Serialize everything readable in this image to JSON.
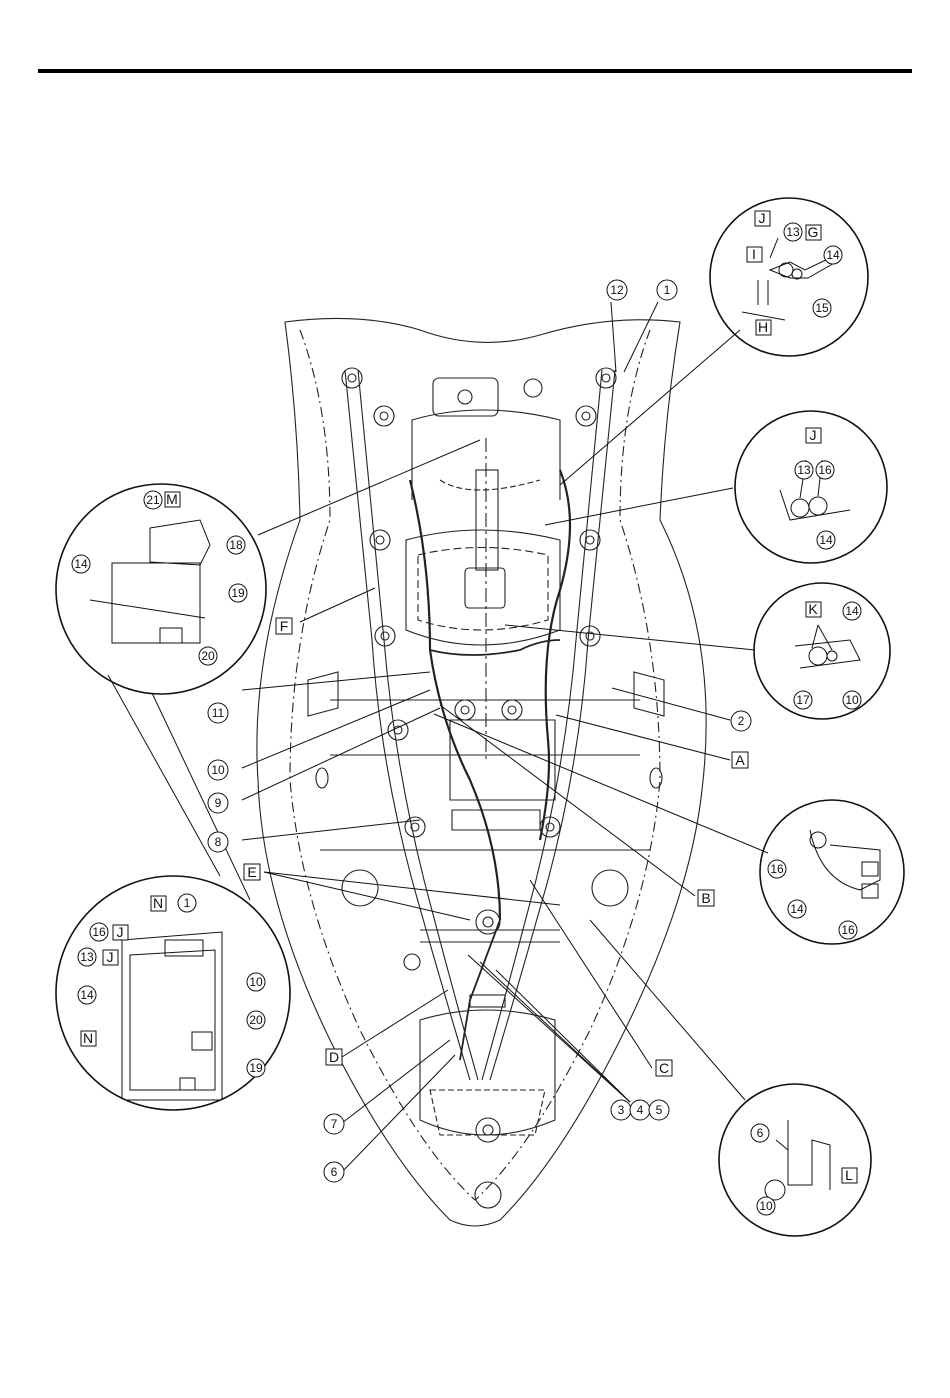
{
  "callouts": {
    "n1": "1",
    "n2": "2",
    "n3": "3",
    "n4": "4",
    "n5": "5",
    "n6": "6",
    "n7": "7",
    "n8": "8",
    "n9": "9",
    "n10": "10",
    "n11": "11",
    "n12": "12",
    "n13": "13",
    "n14": "14",
    "n15": "15",
    "n16": "16",
    "n17": "17",
    "n18": "18",
    "n19": "19",
    "n20": "20",
    "n21": "21"
  },
  "letters": {
    "A": "A",
    "B": "B",
    "C": "C",
    "D": "D",
    "E": "E",
    "F": "F",
    "G": "G",
    "H": "H",
    "I": "I",
    "J": "J",
    "K": "K",
    "L": "L",
    "M": "M",
    "N": "N"
  }
}
